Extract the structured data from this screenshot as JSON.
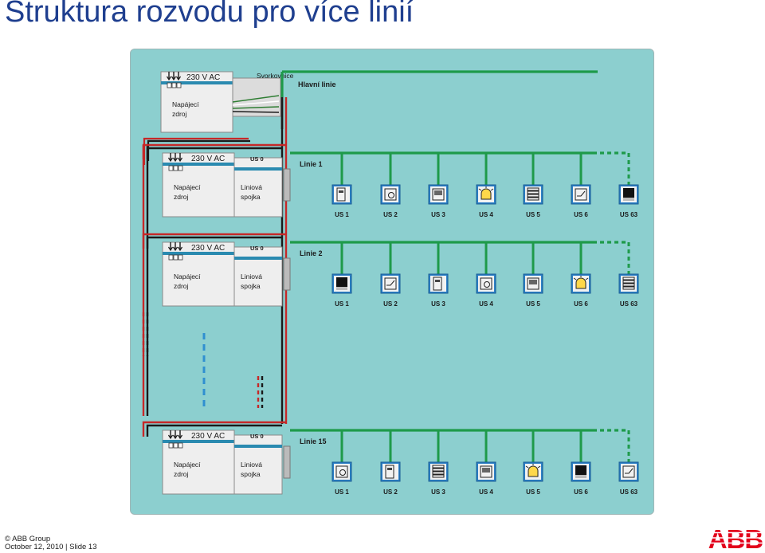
{
  "slide": {
    "title": "Struktura rozvodu pro více linií",
    "footer_copyright": "© ABB Group",
    "footer_date_slide": "October 12, 2010 | Slide 13",
    "logo_text": "ABB"
  },
  "colors": {
    "title": "#1f3f8f",
    "panel": "#8ccfcf",
    "bus": "#1e9a4a",
    "power_red": "#c62828",
    "power_black": "#1a1a1a",
    "backbone_blue": "#2f8fd0",
    "logo": "#e2001a"
  },
  "top_block": {
    "voltage": "230 V AC",
    "terminal_label": "Svorkovnice",
    "psu_label_1": "Napájecí",
    "psu_label_2": "zdroj",
    "main_line_label": "Hlavní linie"
  },
  "lines": [
    {
      "voltage": "230 V AC",
      "coupler_id": "US 0",
      "psu_label_1": "Napájecí",
      "psu_label_2": "zdroj",
      "coupler_label_1": "Liniová",
      "coupler_label_2": "spojka",
      "name": "Linie 1",
      "devices": [
        {
          "label": "US 1",
          "icon": "panel-device-icon"
        },
        {
          "label": "US 2",
          "icon": "socket-device-icon"
        },
        {
          "label": "US 3",
          "icon": "window-device-icon"
        },
        {
          "label": "US 4",
          "icon": "lamp-device-icon"
        },
        {
          "label": "US 5",
          "icon": "blind-device-icon"
        },
        {
          "label": "US 6",
          "icon": "switch-device-icon"
        },
        {
          "label": "US 63",
          "icon": "display-device-icon"
        }
      ]
    },
    {
      "voltage": "230 V AC",
      "coupler_id": "US 0",
      "psu_label_1": "Napájecí",
      "psu_label_2": "zdroj",
      "coupler_label_1": "Liniová",
      "coupler_label_2": "spojka",
      "name": "Linie 2",
      "devices": [
        {
          "label": "US 1",
          "icon": "display-device-icon"
        },
        {
          "label": "US 2",
          "icon": "switch-device-icon"
        },
        {
          "label": "US 3",
          "icon": "panel-device-icon"
        },
        {
          "label": "US 4",
          "icon": "socket-device-icon"
        },
        {
          "label": "US 5",
          "icon": "window-device-icon"
        },
        {
          "label": "US 6",
          "icon": "lamp-device-icon"
        },
        {
          "label": "US 63",
          "icon": "blind-device-icon"
        }
      ]
    },
    {
      "voltage": "230 V AC",
      "coupler_id": "US 0",
      "psu_label_1": "Napájecí",
      "psu_label_2": "zdroj",
      "coupler_label_1": "Liniová",
      "coupler_label_2": "spojka",
      "name": "Linie 15",
      "devices": [
        {
          "label": "US 1",
          "icon": "socket-device-icon"
        },
        {
          "label": "US 2",
          "icon": "panel-device-icon"
        },
        {
          "label": "US 3",
          "icon": "blind-device-icon"
        },
        {
          "label": "US 4",
          "icon": "window-device-icon"
        },
        {
          "label": "US 5",
          "icon": "lamp-device-icon"
        },
        {
          "label": "US 6",
          "icon": "display-device-icon"
        },
        {
          "label": "US 63",
          "icon": "switch-device-icon"
        }
      ]
    }
  ]
}
